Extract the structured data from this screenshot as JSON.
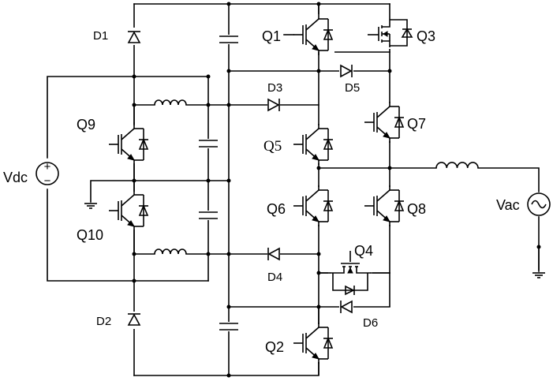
{
  "labels": {
    "D1": "D1",
    "D2": "D2",
    "D3": "D3",
    "D4": "D4",
    "D5": "D5",
    "D6": "D6",
    "Q1": "Q1",
    "Q2": "Q2",
    "Q3": "Q3",
    "Q4": "Q4",
    "Q5": "Q5",
    "Q6": "Q6",
    "Q7": "Q7",
    "Q8": "Q8",
    "Q9": "Q9",
    "Q10": "Q10",
    "Vdc": "Vdc",
    "Vac": "Vac",
    "plus": "+",
    "minus": "−"
  }
}
